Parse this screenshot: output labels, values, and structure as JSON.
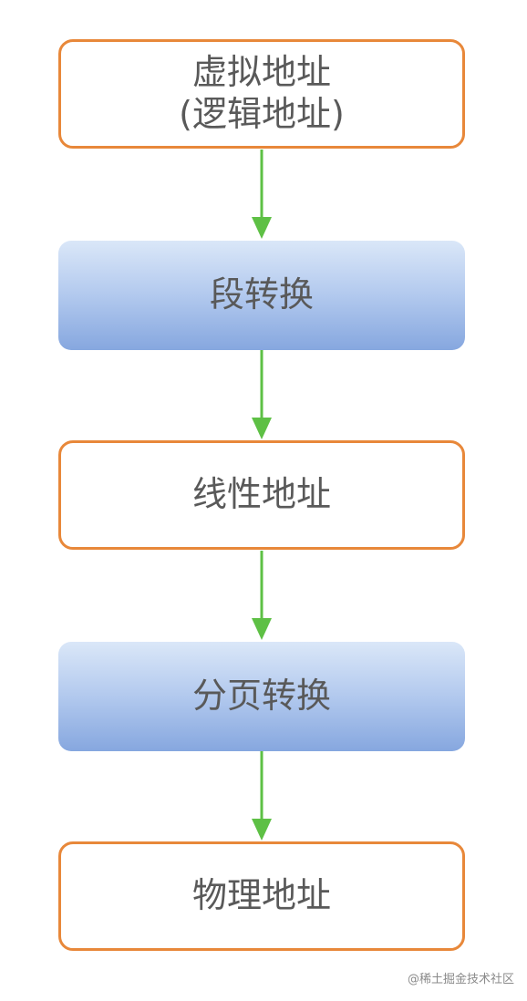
{
  "diagram": {
    "nodes": [
      {
        "id": "virtual-address",
        "kind": "address",
        "lines": [
          "虚拟地址",
          "(逻辑地址)"
        ]
      },
      {
        "id": "segment-translation",
        "kind": "process",
        "lines": [
          "段转换"
        ]
      },
      {
        "id": "linear-address",
        "kind": "address",
        "lines": [
          "线性地址"
        ]
      },
      {
        "id": "page-translation",
        "kind": "process",
        "lines": [
          "分页转换"
        ]
      },
      {
        "id": "physical-address",
        "kind": "address",
        "lines": [
          "物理地址"
        ]
      }
    ],
    "edges": [
      {
        "from": "virtual-address",
        "to": "segment-translation"
      },
      {
        "from": "segment-translation",
        "to": "linear-address"
      },
      {
        "from": "linear-address",
        "to": "page-translation"
      },
      {
        "from": "page-translation",
        "to": "physical-address"
      }
    ]
  },
  "colors": {
    "address_border": "#e8883a",
    "arrow": "#5ec045",
    "process_fill_top": "#dae7f8",
    "process_fill_bottom": "#86a7df",
    "text": "#595959"
  },
  "watermark": "@稀土掘金技术社区"
}
